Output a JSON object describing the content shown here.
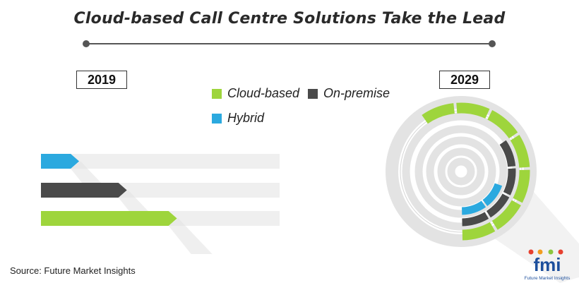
{
  "title": "Cloud-based Call Centre Solutions Take the Lead",
  "source": "Source: Future Market Insights",
  "logo": {
    "text": "fmi",
    "subtitle": "Future Market Insights"
  },
  "colors": {
    "cloud": "#9ed53c",
    "onpremise": "#4a4a4a",
    "hybrid": "#2ba9df"
  },
  "chart_data": [
    {
      "type": "bar",
      "year_label": "2019",
      "categories": [
        "Hybrid",
        "On-premise",
        "Cloud-based"
      ],
      "values": [
        16,
        36,
        57
      ],
      "xlim": [
        0,
        100
      ]
    },
    {
      "type": "pie",
      "year_label": "2029",
      "series": [
        {
          "name": "Cloud-based",
          "value": 60
        },
        {
          "name": "On-premise",
          "value": 35
        },
        {
          "name": "Hybrid",
          "value": 20
        }
      ]
    }
  ],
  "legend": [
    {
      "label": "Cloud-based",
      "color": "#9ed53c"
    },
    {
      "label": "On-premise",
      "color": "#4a4a4a"
    },
    {
      "label": "Hybrid",
      "color": "#2ba9df"
    }
  ]
}
